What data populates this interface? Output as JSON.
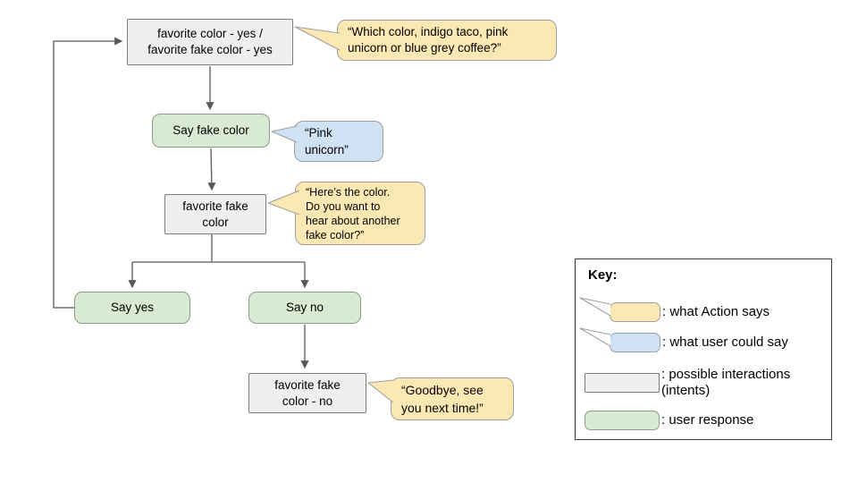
{
  "colors": {
    "action_bubble_fill": "#fce8b2",
    "user_bubble_fill": "#cfe2f3",
    "intent_box_fill": "#efefef",
    "response_box_fill": "#d9ead3",
    "shape_border": "#9f9f9f",
    "connector": "#595959",
    "key_border": "#3c3c3c"
  },
  "flowchart": {
    "nodes": {
      "root_intent": {
        "lines": [
          "favorite color - yes /",
          "favorite fake color - yes"
        ]
      },
      "say_fake_color": {
        "lines": [
          "Say fake color"
        ]
      },
      "favorite_fake_color": {
        "lines": [
          "favorite fake",
          "color"
        ]
      },
      "say_yes": {
        "lines": [
          "Say yes"
        ]
      },
      "say_no": {
        "lines": [
          "Say no"
        ]
      },
      "favorite_fake_color_no": {
        "lines": [
          "favorite fake",
          "color - no"
        ]
      }
    },
    "bubbles": {
      "which_color": {
        "lines": [
          "“Which color, indigo taco, pink",
          "unicorn or blue grey coffee?”"
        ]
      },
      "pink_unicorn": {
        "lines": [
          "“Pink",
          "unicorn”"
        ]
      },
      "heres_color": {
        "lines": [
          "“Here’s the color.",
          "Do you want to",
          "hear about another",
          "fake color?”"
        ]
      },
      "goodbye": {
        "lines": [
          "“Goodbye, see",
          "you next time!”"
        ]
      }
    }
  },
  "key": {
    "title": "Key:",
    "items": [
      {
        "label": ": what Action says"
      },
      {
        "label": ": what user could say"
      },
      {
        "label_lines": [
          ": possible interactions",
          "(intents)"
        ]
      },
      {
        "label": ": user response"
      }
    ]
  }
}
